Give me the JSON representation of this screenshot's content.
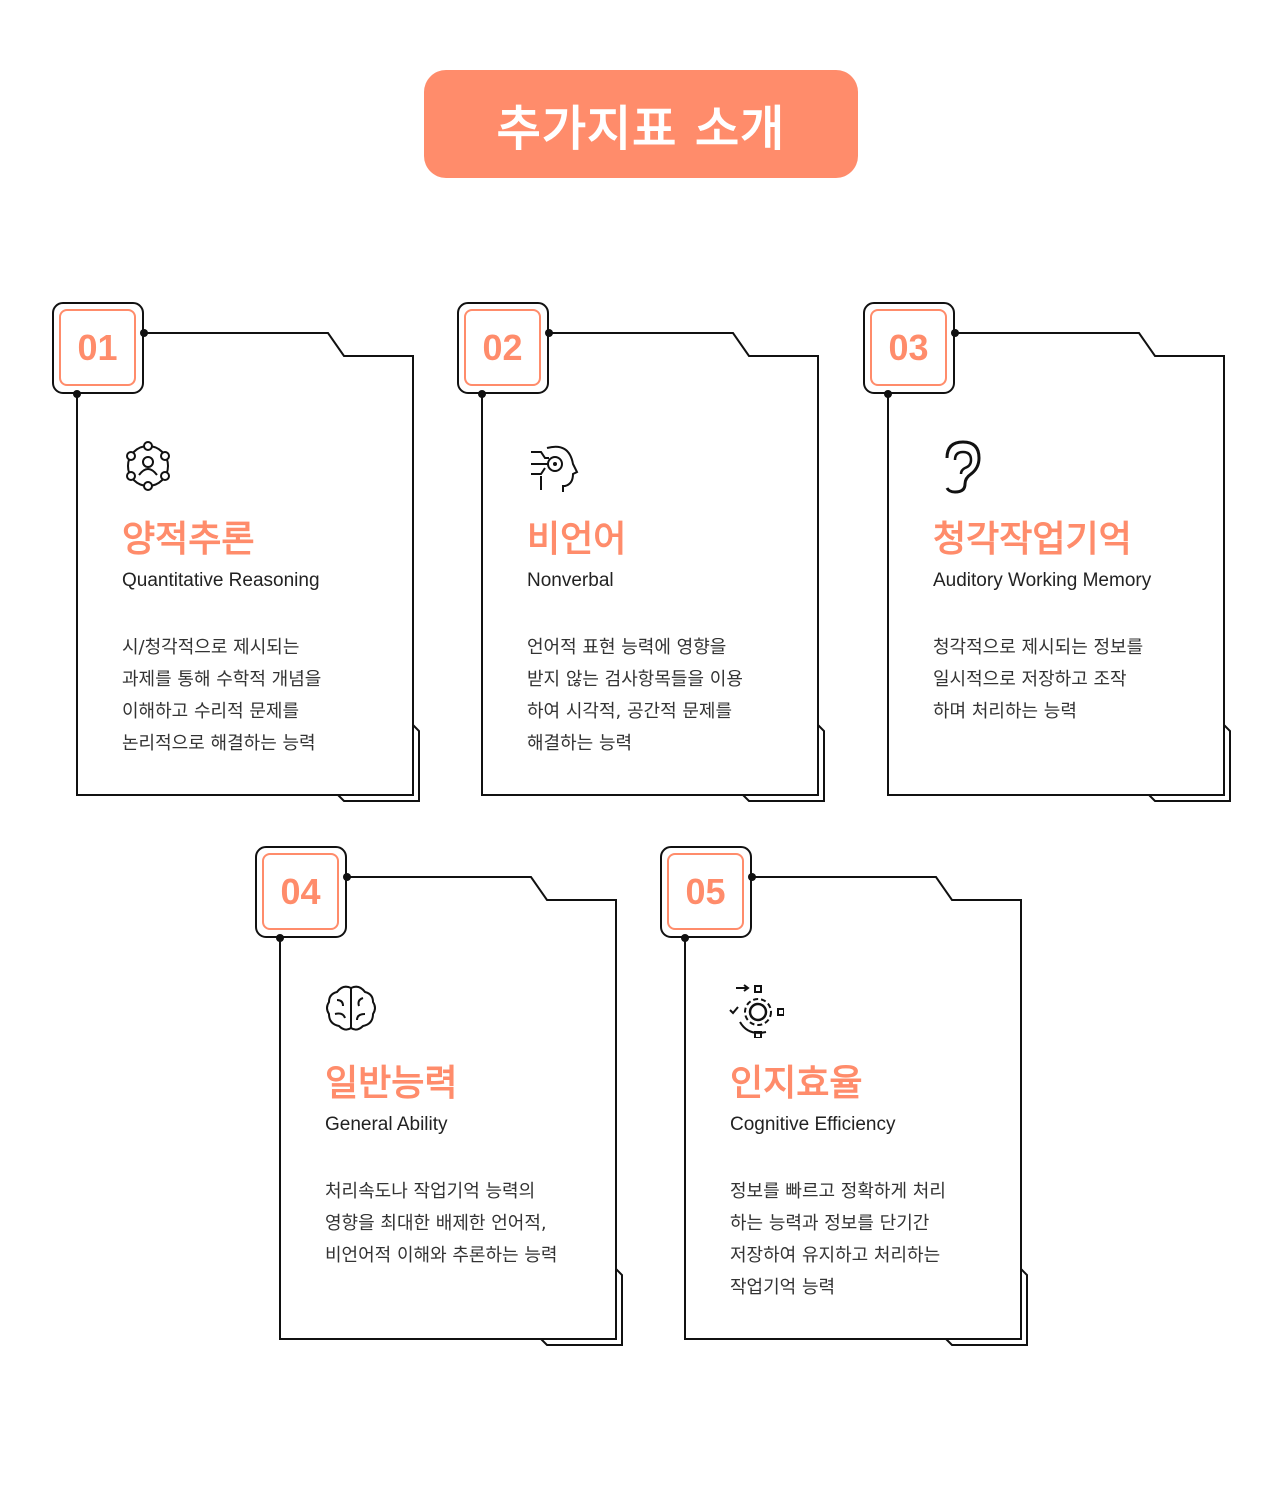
{
  "header": {
    "title": "추가지표 소개"
  },
  "colors": {
    "accent": "#ff8c6b",
    "line": "#111111"
  },
  "cards": [
    {
      "number": "01",
      "icon": "people-network-icon",
      "title": "양적추론",
      "subtitle": "Quantitative Reasoning",
      "description": [
        "시/청각적으로 제시되는",
        "과제를 통해 수학적 개념을",
        "이해하고 수리적 문제를",
        "논리적으로 해결하는 능력"
      ]
    },
    {
      "number": "02",
      "icon": "head-circuit-icon",
      "title": "비언어",
      "subtitle": "Nonverbal",
      "description": [
        "언어적 표현 능력에 영향을",
        "받지 않는 검사항목들을 이용",
        "하여 시각적, 공간적 문제를",
        "해결하는 능력"
      ]
    },
    {
      "number": "03",
      "icon": "ear-icon",
      "title": "청각작업기억",
      "subtitle": "Auditory Working Memory",
      "description": [
        "청각적으로 제시되는 정보를",
        "일시적으로 저장하고 조작",
        "하며 처리하는 능력"
      ]
    },
    {
      "number": "04",
      "icon": "brain-icon",
      "title": "일반능력",
      "subtitle": "General Ability",
      "description": [
        "처리속도나 작업기억 능력의",
        "영향을 최대한 배제한 언어적,",
        "비언어적 이해와 추론하는 능력"
      ]
    },
    {
      "number": "05",
      "icon": "gear-process-icon",
      "title": "인지효율",
      "subtitle": "Cognitive Efficiency",
      "description": [
        "정보를 빠르고 정확하게 처리",
        "하는 능력과 정보를 단기간",
        "저장하여 유지하고 처리하는",
        "작업기억 능력"
      ]
    }
  ]
}
